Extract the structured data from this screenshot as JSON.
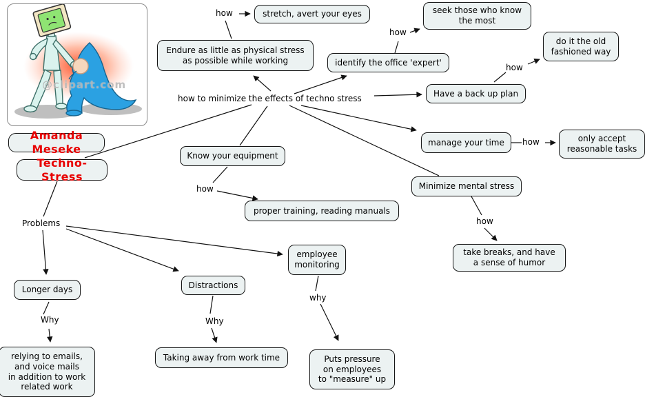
{
  "map": {
    "author_label": "Amanda Meseke",
    "topic_label": "Techno-Stress",
    "watermark": "@clipart.com"
  },
  "concepts": {
    "hub": "how to minimize the effects of techno stress",
    "problems": "Problems",
    "endure": "Endure as little as physical stress\nas possible while working",
    "stretch": "stretch, avert your eyes",
    "identify_expert": "identify the office 'expert'",
    "seek_know": "seek those who know\nthe most",
    "backup_plan": "Have a back up plan",
    "old_fashioned": "do it the old\nfashioned way",
    "manage_time": "manage your time",
    "reasonable_tasks": "only accept\nreasonable tasks",
    "know_equipment": "Know your equipment",
    "proper_training": "proper training, reading manuals",
    "minimize_mental": "Minimize mental stress",
    "take_breaks": "take breaks, and have\na sense of humor",
    "longer_days": "Longer days",
    "relying_emails": "relying to emails,\nand voice mails\nin addition to work\nrelated work",
    "distractions": "Distractions",
    "taking_away": "Taking away from work time",
    "employee_monitoring": "employee\nmonitoring",
    "puts_pressure": "Puts pressure\non employees\nto \"measure\" up"
  },
  "link_labels": {
    "how_stretch": "how",
    "how_seek": "how",
    "how_old_fashioned": "how",
    "how_reasonable": "how",
    "how_breaks": "how",
    "how_training": "how",
    "why_longer": "Why",
    "why_distractions": "Why",
    "why_monitoring": "why"
  },
  "colors": {
    "node_fill": "#ecf2f2",
    "node_border": "#161616",
    "accent_red": "#e80000",
    "edge_line": "#111111"
  }
}
